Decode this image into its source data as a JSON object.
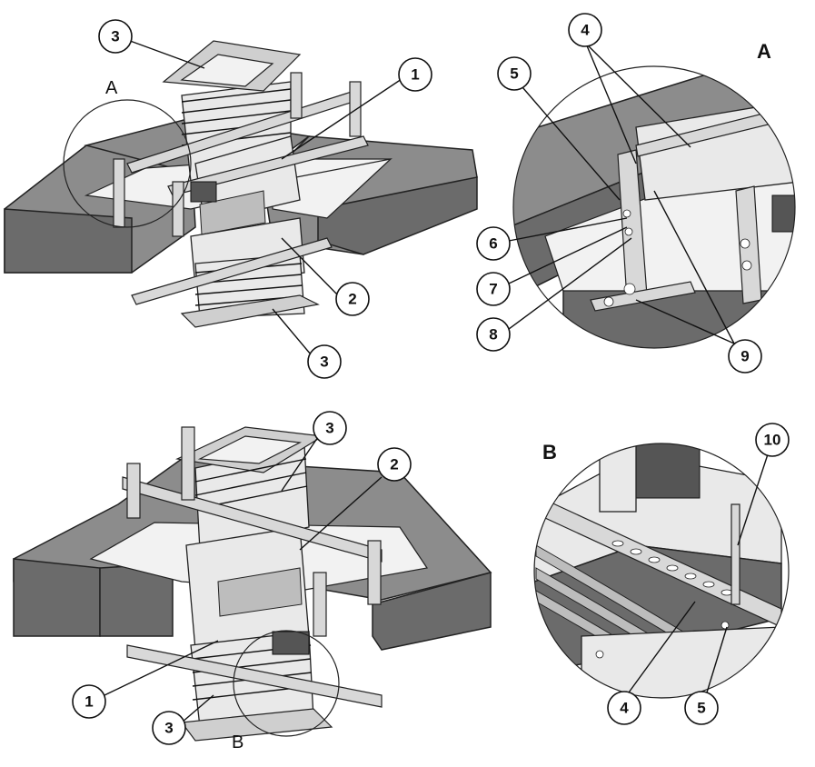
{
  "detail_labels": {
    "top_left": "A",
    "bottom_left": "B",
    "top_right": "A",
    "bottom_right": "B"
  },
  "callouts": {
    "q1": [
      "3",
      "1",
      "2",
      "3"
    ],
    "q2": [
      "4",
      "5",
      "6",
      "7",
      "8",
      "9"
    ],
    "q3": [
      "3",
      "2",
      "1",
      "3"
    ],
    "q4": [
      "10",
      "4",
      "5"
    ]
  }
}
